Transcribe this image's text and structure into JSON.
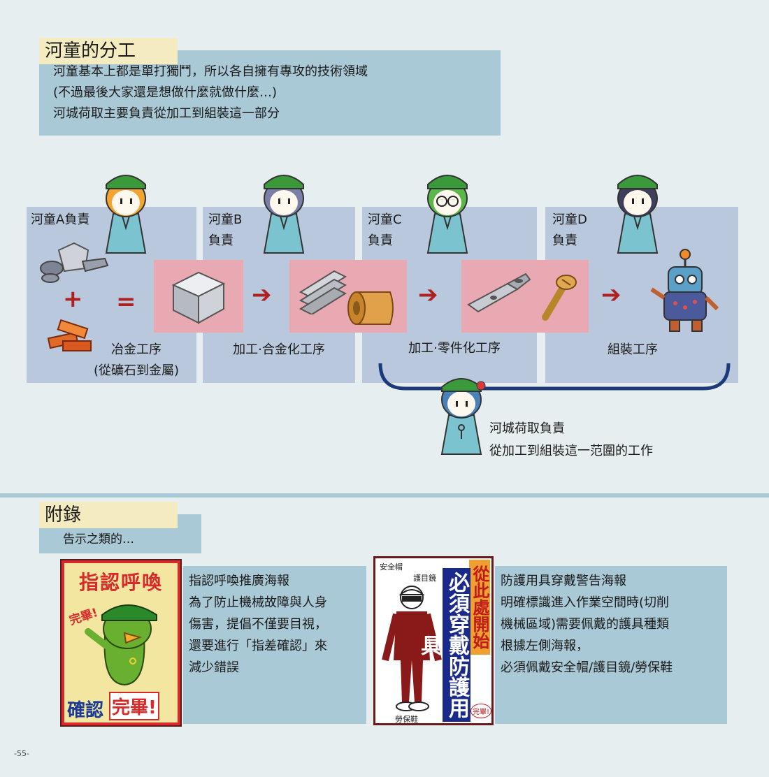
{
  "section1": {
    "title": "河童的分工",
    "lines": [
      "河童基本上都是單打獨鬥，所以各自擁有專攻的技術領域",
      "(不過最後大家還是想做什麼就做什麼…)",
      "河城荷取主要負責從加工到組裝這一部分"
    ]
  },
  "workflow": {
    "kappa_a": "河童A負責",
    "kappa_b": [
      "河童B",
      "負責"
    ],
    "kappa_c": [
      "河童C",
      "負責"
    ],
    "kappa_d": [
      "河童D",
      "負責"
    ],
    "plus": "+",
    "equals": "=",
    "arrow": "➔",
    "step1": [
      "冶金工序",
      "(從礦石到金屬)"
    ],
    "step2": "加工·合金化工序",
    "step3": "加工·零件化工序",
    "step4": "組裝工序",
    "nitori": [
      "河城荷取負責",
      "從加工到組裝這一范圍的工作"
    ]
  },
  "section2": {
    "title": "附錄",
    "subtitle": "告示之類的…"
  },
  "poster1": {
    "top_text": "指認呼喚",
    "shout": "完畢!",
    "bottom_left": "確認",
    "bottom_right": "完畢!",
    "desc": [
      "指認呼喚推廣海報",
      "為了防止機械故障與人身",
      "傷害，提倡不僅要目視，",
      "還要進行「指差確認」來",
      "減少錯誤"
    ]
  },
  "poster2": {
    "label_helmet": "安全帽",
    "label_goggles": "護目鏡",
    "label_shoes": "勞保鞋",
    "orange_text": "從此處開始",
    "blue_text": "必須穿戴防護用具",
    "stamp": "完畢!",
    "desc": [
      "防護用具穿戴警告海報",
      "明確標識進入作業空間時(切削",
      "機械區域)需要佩戴的護具種類",
      "根據左側海報，",
      "必須佩戴安全帽/護目鏡/勞保鞋"
    ]
  },
  "page_number": "-55-",
  "colors": {
    "background": "#e6eef0",
    "box_blue": "#a9c9d6",
    "column_blue": "#b9c8dc",
    "pink": "#e9a9b3",
    "title_yellow": "#f4ecc0",
    "arrow_red": "#b02020"
  }
}
